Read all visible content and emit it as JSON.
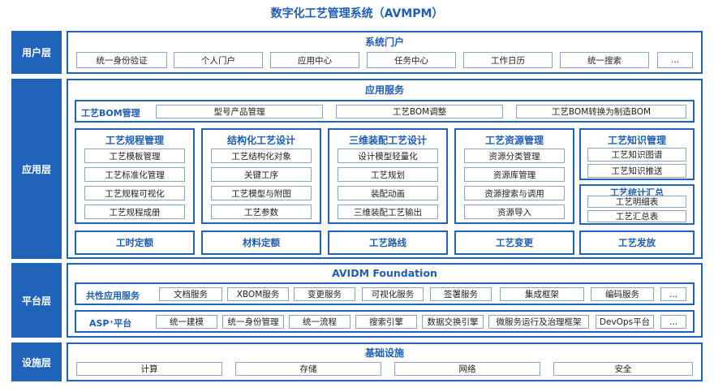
{
  "title": "数字化工艺管理系统（AVMPM）",
  "layers": {
    "user": "用户层",
    "app": "应用层",
    "platform": "平台层",
    "infra": "设施层"
  },
  "portal": {
    "title": "系统门户",
    "items": [
      "统一身份验证",
      "个人门户",
      "应用中心",
      "任务中心",
      "工作日历",
      "统一搜索",
      "..."
    ]
  },
  "app_services": {
    "title": "应用服务",
    "bom": {
      "label": "工艺BOM管理",
      "items": [
        "型号产品管理",
        "工艺BOM调整",
        "工艺BOM转换为制造BOM"
      ]
    },
    "modules": [
      {
        "title": "工艺规程管理",
        "items": [
          "工艺模板管理",
          "工艺标准化管理",
          "工艺规程可视化",
          "工艺规程成册"
        ],
        "footer": "工时定额"
      },
      {
        "title": "结构化工艺设计",
        "items": [
          "工艺结构化对象",
          "关键工序",
          "工艺模型与附图",
          "工艺参数"
        ],
        "footer": "材料定额"
      },
      {
        "title": "三维装配工艺设计",
        "items": [
          "设计模型轻量化",
          "工艺规划",
          "装配动画",
          "三维装配工艺输出"
        ],
        "footer": "工艺路线"
      },
      {
        "title": "工艺资源管理",
        "items": [
          "资源分类管理",
          "资源库管理",
          "资源搜索与调用",
          "资源导入"
        ],
        "footer": "工艺变更"
      }
    ],
    "knowledge": {
      "title": "工艺知识管理",
      "items": [
        "工艺知识图谱",
        "工艺知识推送"
      ]
    },
    "stats": {
      "title": "工艺统计汇总",
      "items": [
        "工艺明细表",
        "工艺汇总表"
      ]
    },
    "release": "工艺发放"
  },
  "foundation": {
    "title": "AVIDM Foundation",
    "common": {
      "label": "共性应用服务",
      "items": [
        "文档服务",
        "XBOM服务",
        "变更服务",
        "可视化服务",
        "签署服务",
        "集成框架",
        "编码服务",
        "..."
      ]
    },
    "asp": {
      "label": "ASP⁺平台",
      "items": [
        "统一建模",
        "统一身份管理",
        "统一流程",
        "搜索引擎",
        "数据交换引擎",
        "微服务运行及治理框架",
        "DevOps平台",
        "..."
      ]
    }
  },
  "infrastructure": {
    "title": "基础设施",
    "items": [
      "计算",
      "存储",
      "网络",
      "安全"
    ]
  }
}
